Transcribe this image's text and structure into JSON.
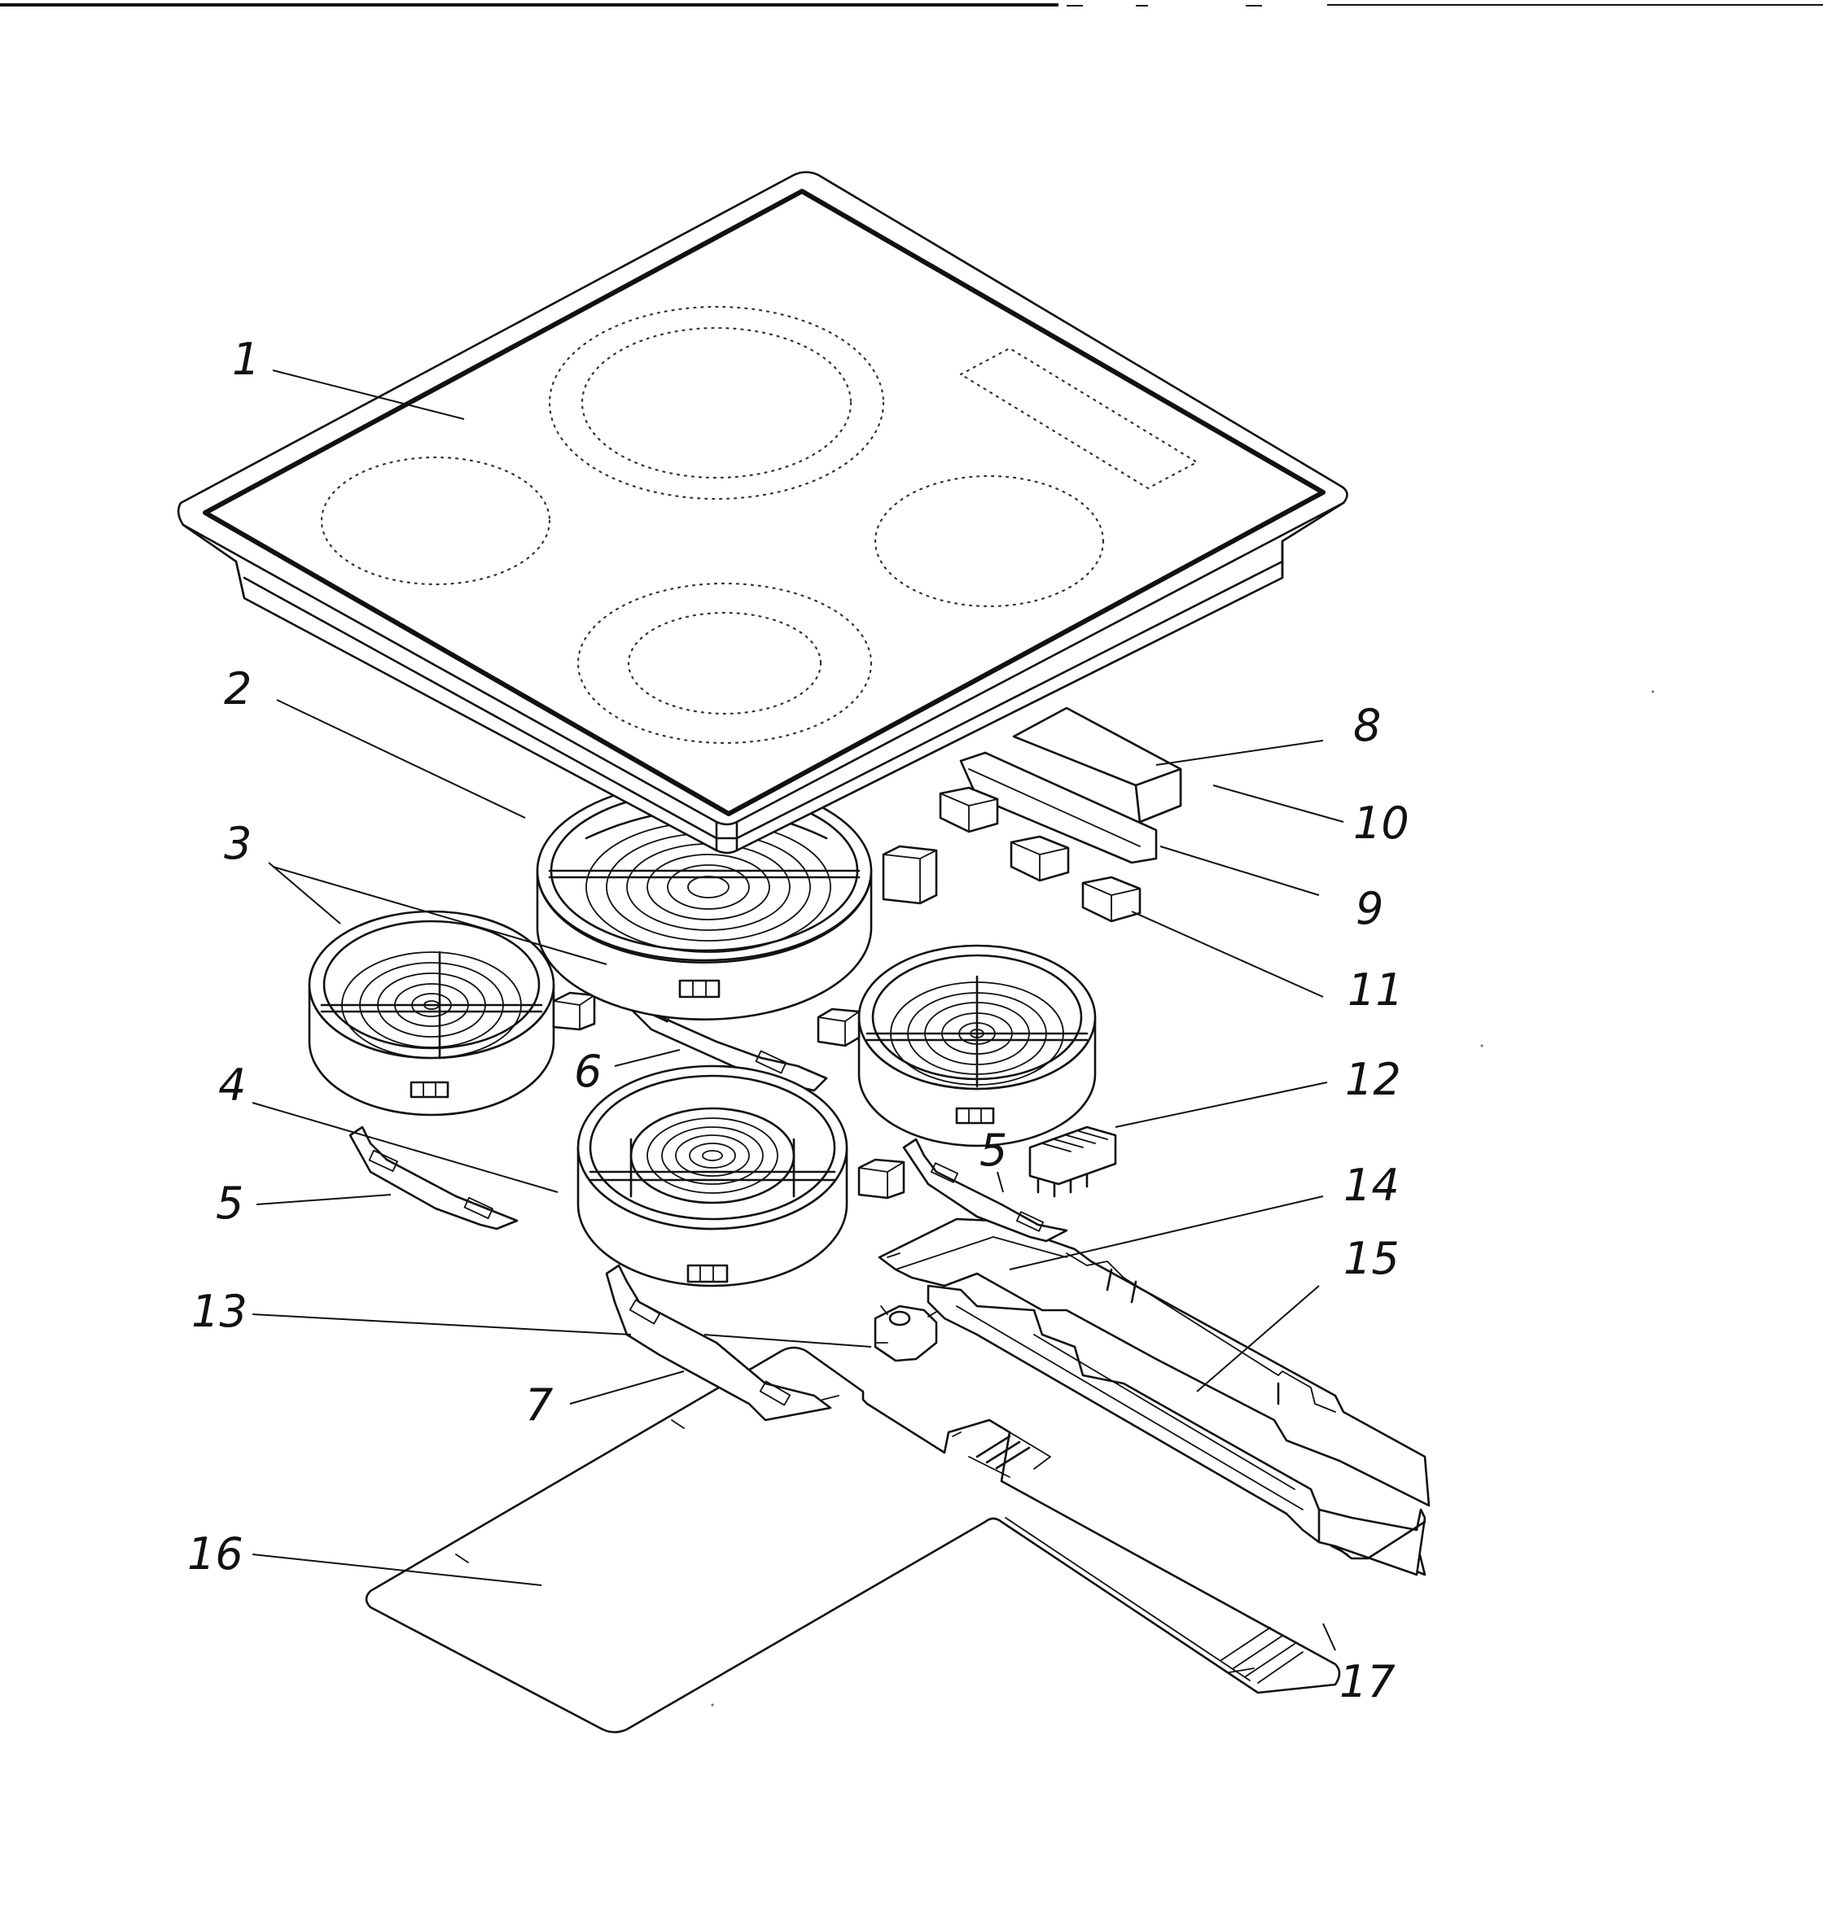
{
  "diagram": {
    "callouts": [
      {
        "id": "c1",
        "label": "1"
      },
      {
        "id": "c2",
        "label": "2"
      },
      {
        "id": "c3",
        "label": "3"
      },
      {
        "id": "c4",
        "label": "4"
      },
      {
        "id": "c5a",
        "label": "5"
      },
      {
        "id": "c5b",
        "label": "5"
      },
      {
        "id": "c6",
        "label": "6"
      },
      {
        "id": "c7",
        "label": "7"
      },
      {
        "id": "c8",
        "label": "8"
      },
      {
        "id": "c9",
        "label": "9"
      },
      {
        "id": "c10",
        "label": "10"
      },
      {
        "id": "c11",
        "label": "11"
      },
      {
        "id": "c12",
        "label": "12"
      },
      {
        "id": "c13",
        "label": "13"
      },
      {
        "id": "c14",
        "label": "14"
      },
      {
        "id": "c15",
        "label": "15"
      },
      {
        "id": "c16",
        "label": "16"
      },
      {
        "id": "c17",
        "label": "17"
      }
    ]
  }
}
